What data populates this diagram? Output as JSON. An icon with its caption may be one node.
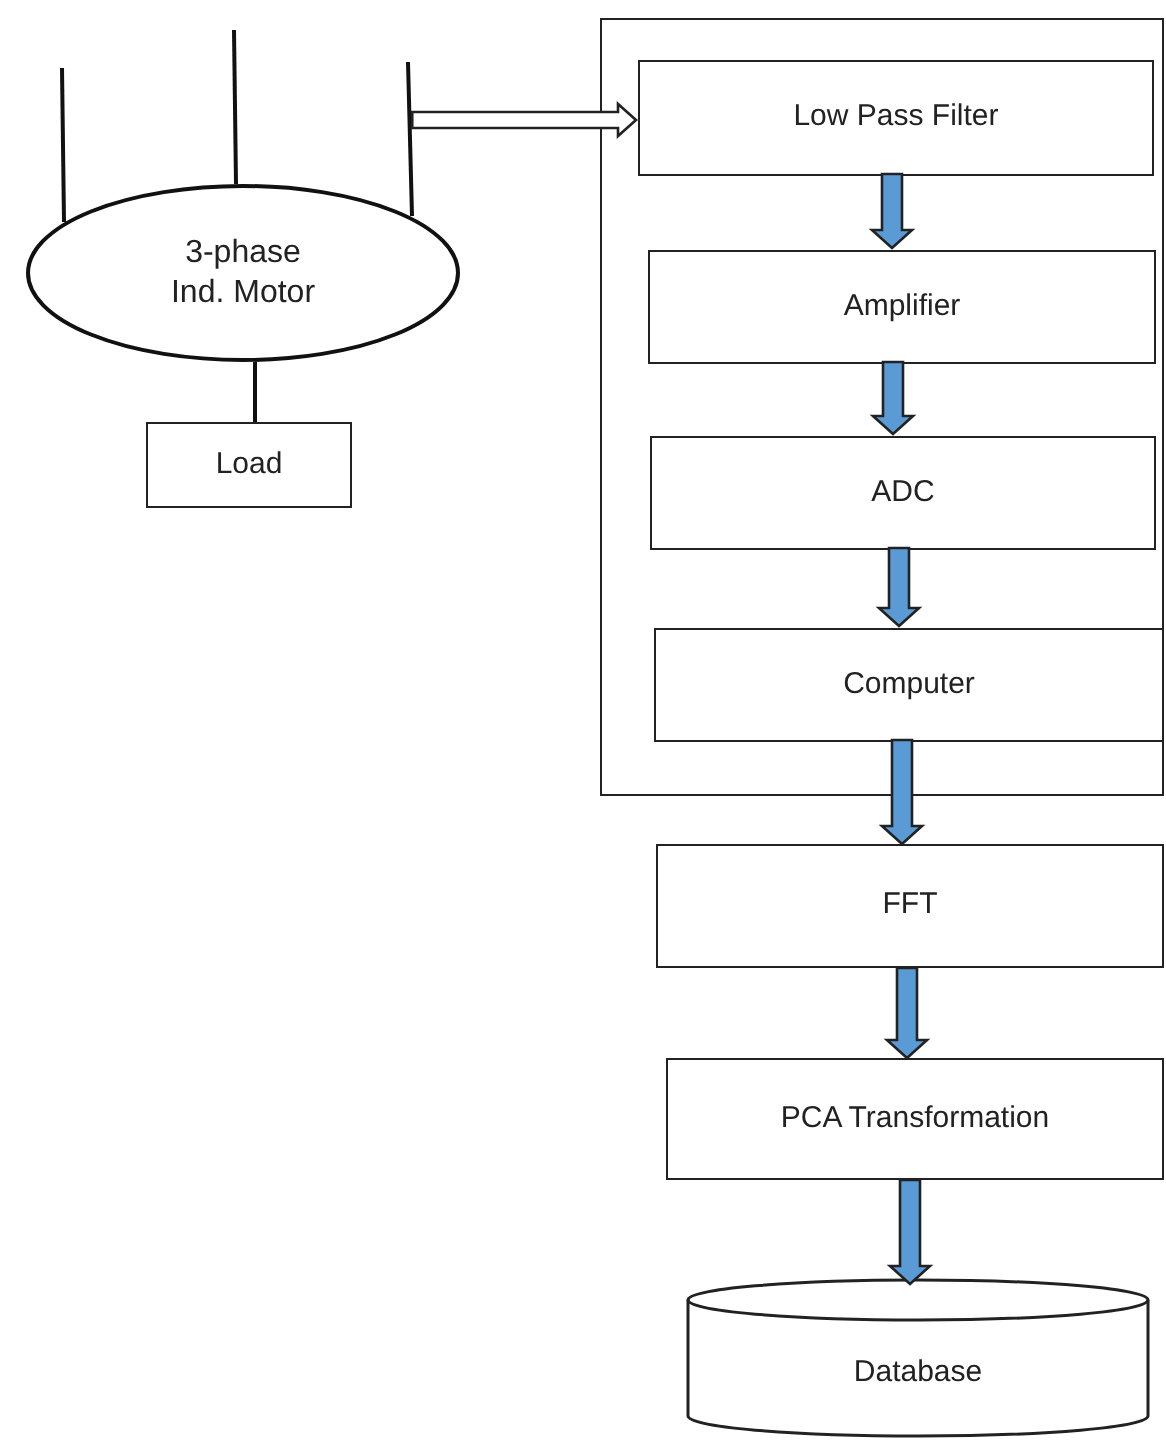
{
  "diagram": {
    "nodes": [
      {
        "text": [],
        "shape": "box"
      },
      {
        "text": [
          "Low Pass Filter"
        ],
        "in": 0
      },
      {
        "text": [
          "Amplifier"
        ],
        "in": 0
      },
      {
        "text": [
          "ADC"
        ],
        "in": 0
      },
      {
        "text": [
          "Computer"
        ],
        "in": 0
      },
      {
        "text": [
          "FFT"
        ]
      },
      {
        "text": [
          "PCA Transformation"
        ]
      },
      {
        "text": [
          "Database"
        ]
      },
      {
        "text": [
          "3-phase Ind. Motor"
        ]
      },
      {
        "text": [
          "Load"
        ]
      }
    ],
    "edges": [
      {
        "from": 8,
        "to": 1,
        "arrow": "to",
        "color": "#ffffff"
      },
      {
        "from": 1,
        "to": 2,
        "arrow": "to"
      },
      {
        "from": 2,
        "to": 3,
        "arrow": "to"
      },
      {
        "from": 3,
        "to": 4,
        "arrow": "to"
      },
      {
        "from": 4,
        "to": 5,
        "arrow": "to"
      },
      {
        "from": 5,
        "to": 6,
        "arrow": "to"
      },
      {
        "from": 6,
        "to": 7,
        "arrow": "to"
      },
      {
        "from": 8,
        "to": 9,
        "arrow": "none"
      }
    ]
  }
}
